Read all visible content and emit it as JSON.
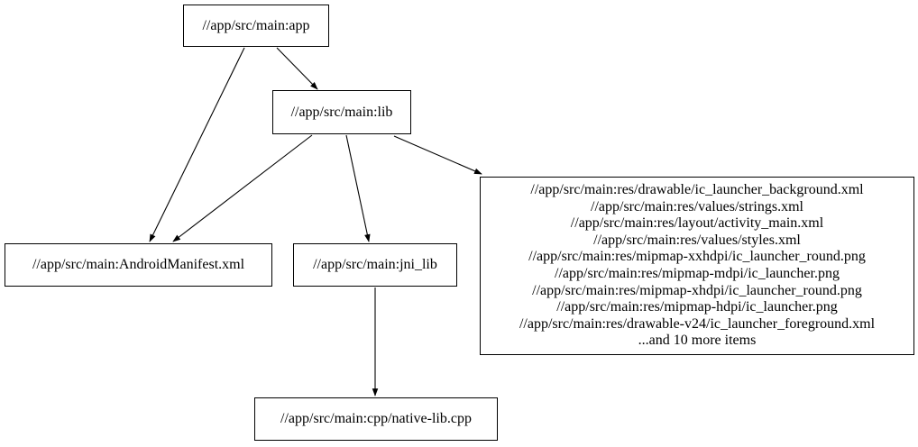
{
  "diagram": {
    "type": "dependency-graph",
    "colors": {
      "background": "#ffffff",
      "node_fill": "#ffffff",
      "node_border": "#000000",
      "edge": "#000000"
    },
    "nodes": {
      "app": {
        "label": "//app/src/main:app"
      },
      "lib": {
        "label": "//app/src/main:lib"
      },
      "manifest": {
        "label": "//app/src/main:AndroidManifest.xml"
      },
      "jni_lib": {
        "label": "//app/src/main:jni_lib"
      },
      "native_lib": {
        "label": "//app/src/main:cpp/native-lib.cpp"
      },
      "res": {
        "lines": [
          "//app/src/main:res/drawable/ic_launcher_background.xml",
          "//app/src/main:res/values/strings.xml",
          "//app/src/main:res/layout/activity_main.xml",
          "//app/src/main:res/values/styles.xml",
          "//app/src/main:res/mipmap-xxhdpi/ic_launcher_round.png",
          "//app/src/main:res/mipmap-mdpi/ic_launcher.png",
          "//app/src/main:res/mipmap-xhdpi/ic_launcher_round.png",
          "//app/src/main:res/mipmap-hdpi/ic_launcher.png",
          "//app/src/main:res/drawable-v24/ic_launcher_foreground.xml",
          "...and 10 more items"
        ]
      }
    },
    "edges": [
      {
        "from": "//app/src/main:app",
        "to": "//app/src/main:lib"
      },
      {
        "from": "//app/src/main:app",
        "to": "//app/src/main:AndroidManifest.xml"
      },
      {
        "from": "//app/src/main:lib",
        "to": "//app/src/main:AndroidManifest.xml"
      },
      {
        "from": "//app/src/main:lib",
        "to": "//app/src/main:jni_lib"
      },
      {
        "from": "//app/src/main:lib",
        "to": "res-file-group"
      },
      {
        "from": "//app/src/main:jni_lib",
        "to": "//app/src/main:cpp/native-lib.cpp"
      }
    ]
  }
}
